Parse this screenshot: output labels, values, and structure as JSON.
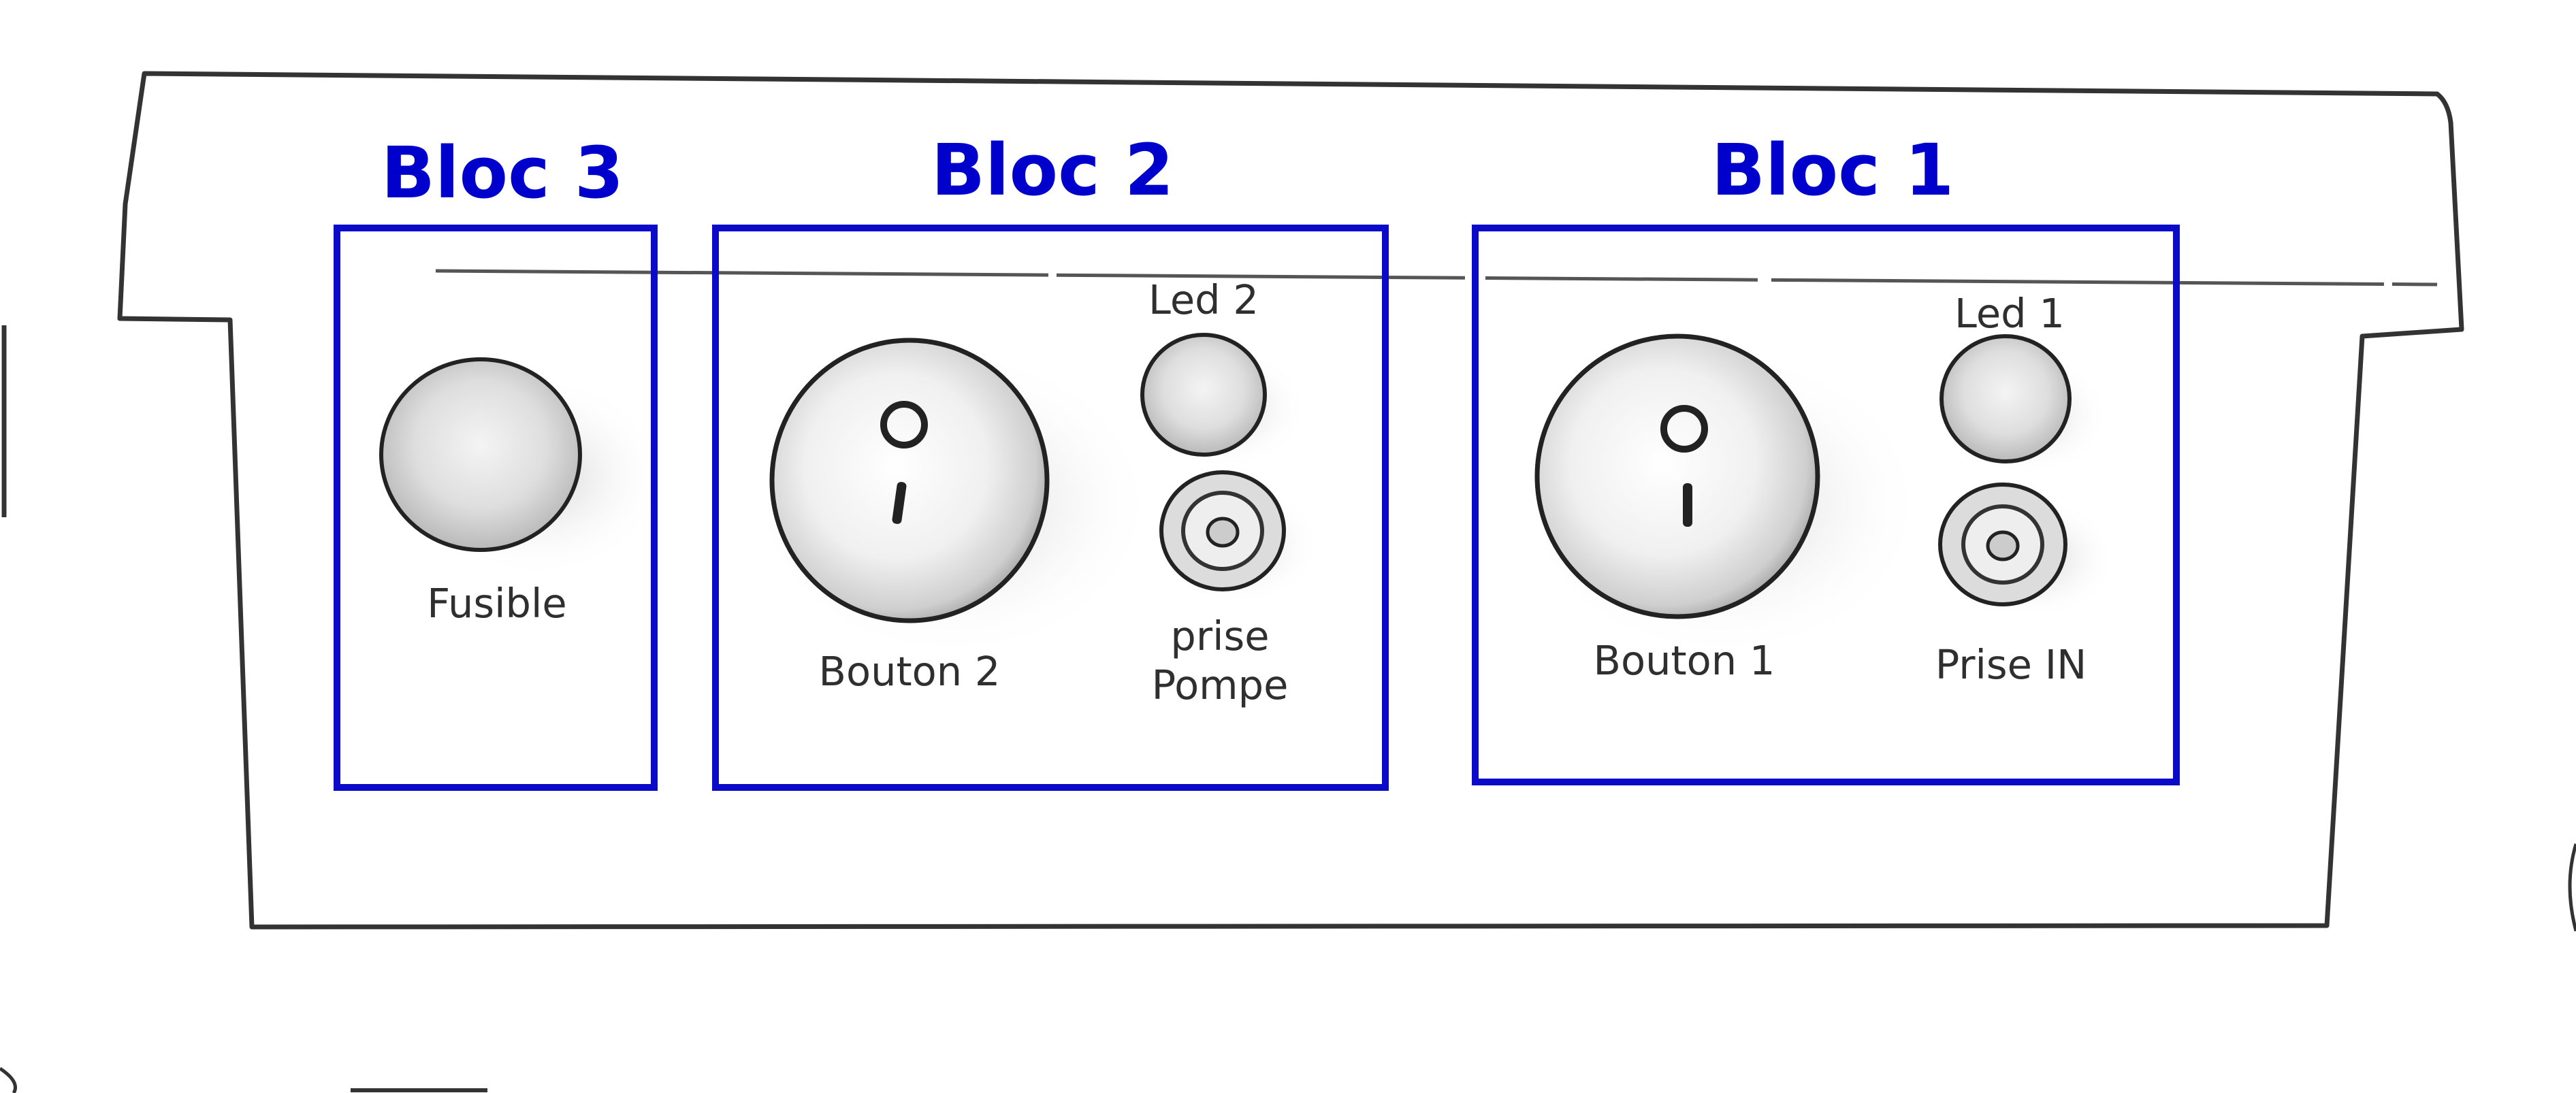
{
  "blocks": [
    {
      "title": "Bloc 3",
      "components": [
        {
          "label": "Fusible"
        }
      ]
    },
    {
      "title": "Bloc 2",
      "components": [
        {
          "label": "Led 2"
        },
        {
          "label_line1": "prise",
          "label_line2": "Pompe"
        },
        {
          "label": "Bouton 2"
        }
      ]
    },
    {
      "title": "Bloc 1",
      "components": [
        {
          "label": "Led 1"
        },
        {
          "label": "Prise IN"
        },
        {
          "label": "Bouton 1"
        }
      ]
    }
  ],
  "switch_marks": {
    "off": "O",
    "on": "I"
  },
  "colors": {
    "bloc_outline": "#0a0ac8",
    "bloc_title": "#0000cc",
    "enclosure": "#333333",
    "label": "#2f2f2f"
  }
}
